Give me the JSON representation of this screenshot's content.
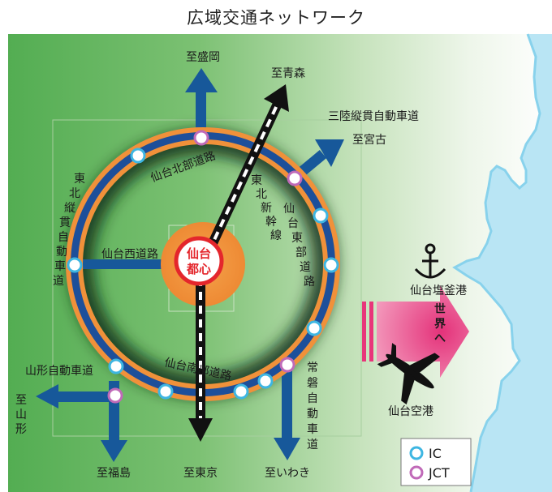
{
  "title": "広域交通ネットワーク",
  "center": {
    "name": "仙台都心",
    "line1": "仙台",
    "line2": "都心"
  },
  "roads": {
    "north_ring": "仙台北部道路",
    "east_ring": "仙台東部道路",
    "south_ring": "仙台南部道路",
    "west_road": "仙台西道路",
    "tohoku_expressway": "東北縦貫自動車道",
    "tohoku_shinkansen": "東北新幹線",
    "sanriku": "三陸縦貫自動車道",
    "joban": "常磐自動車道",
    "yamagata": "山形自動車道"
  },
  "destinations": {
    "morioka": "至盛岡",
    "aomori": "至青森",
    "miyako": "至宮古",
    "yamagata": "至山形",
    "fukushima": "至福島",
    "tokyo": "至東京",
    "iwaki": "至いわき"
  },
  "facilities": {
    "port": "仙台塩釜港",
    "airport": "仙台空港",
    "world": "世界へ"
  },
  "legend": {
    "ic": "IC",
    "jct": "JCT"
  },
  "colors": {
    "land_green": "#5db35a",
    "sea_blue": "#b8e6f4",
    "coast_line": "#7fd0ec",
    "arrow_blue": "#17589a",
    "ring_blue": "#1d4f9a",
    "ring_orange": "#f0913a",
    "center_red": "#e4262c",
    "world_pink": "#e8357a",
    "ic_color": "#3eb6e2",
    "jct_color": "#c06ab8"
  }
}
